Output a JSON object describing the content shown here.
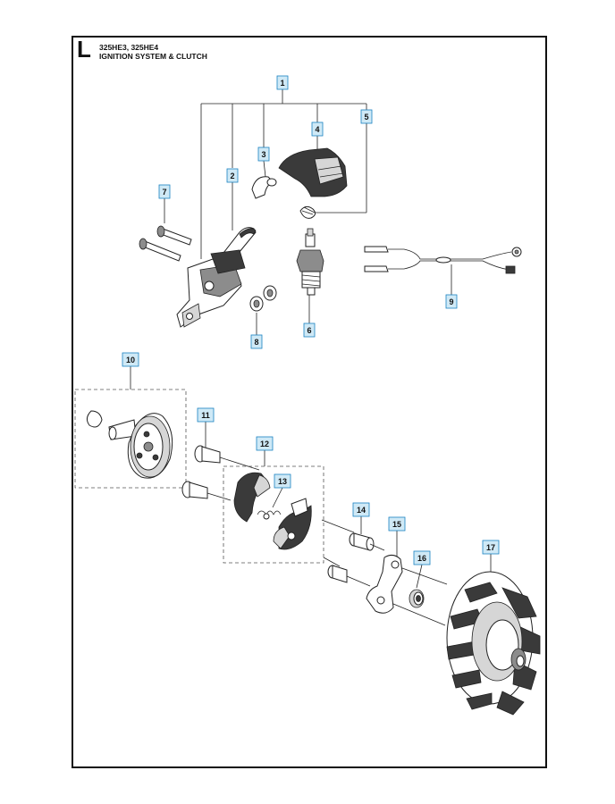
{
  "header": {
    "section_letter": "L",
    "models": "325HE3, 325HE4",
    "title": "IGNITION SYSTEM & CLUTCH"
  },
  "callouts": [
    "1",
    "2",
    "3",
    "4",
    "5",
    "6",
    "7",
    "8",
    "9",
    "10",
    "11",
    "12",
    "13",
    "14",
    "15",
    "16",
    "17"
  ],
  "colors": {
    "callout_fill": "#cfe9f6",
    "callout_border": "#1a82c2",
    "line": "#222222"
  }
}
